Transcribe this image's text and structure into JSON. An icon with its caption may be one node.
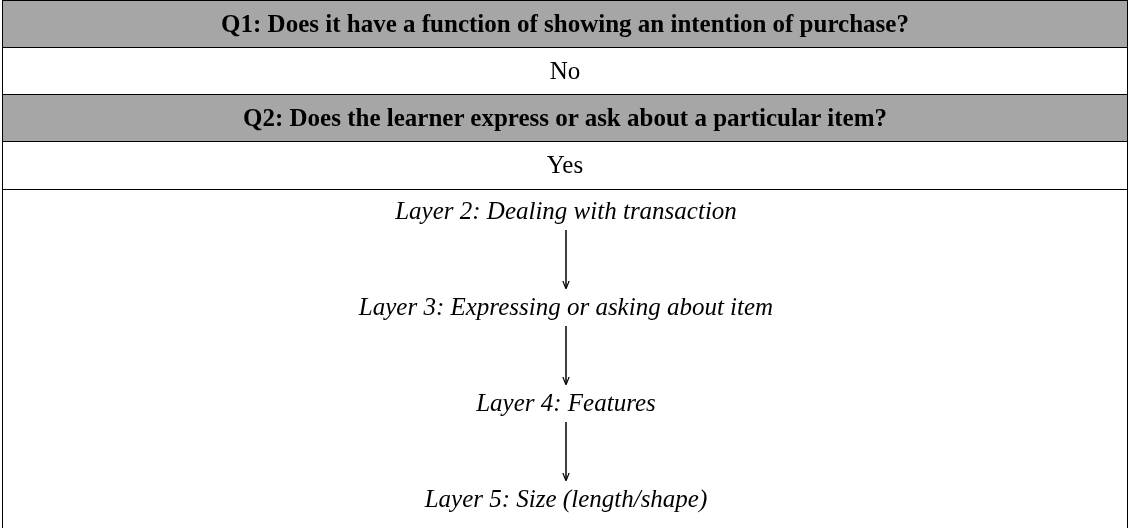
{
  "diagram": {
    "nodes": [
      {
        "text": [
          "Q1: Does it have a function of showing an intention of purchase?"
        ]
      },
      {
        "text": [
          "No"
        ]
      },
      {
        "text": [
          "Q2: Does the learner express or ask about a particular item?"
        ]
      },
      {
        "text": [
          "Yes"
        ]
      },
      {
        "text": [
          "Layer 2: Dealing with transaction"
        ]
      },
      {
        "text": [
          "Layer 3: Expressing or asking about item"
        ]
      },
      {
        "text": [
          "Layer 4: Features"
        ]
      },
      {
        "text": [
          "Layer 5: Size (length/shape)"
        ]
      }
    ],
    "edges": [
      {
        "from": 4,
        "to": 5,
        "arrow": "to"
      },
      {
        "from": 5,
        "to": 6,
        "arrow": "to"
      },
      {
        "from": 6,
        "to": 7,
        "arrow": "to"
      }
    ]
  }
}
